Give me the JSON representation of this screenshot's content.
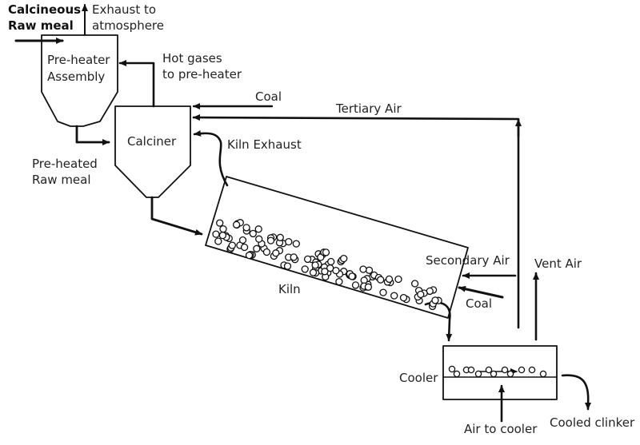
{
  "diagram": {
    "title": "Cement kiln process flow",
    "colors": {
      "line": "#111111",
      "text": "#222222",
      "background": "#ffffff"
    },
    "units": {
      "preheater": {
        "label_line1": "Pre-heater",
        "label_line2": "Assembly"
      },
      "calciner": {
        "label": "Calciner"
      },
      "kiln": {
        "label": "Kiln"
      },
      "cooler": {
        "label": "Cooler"
      }
    },
    "streams": {
      "raw_meal_in": {
        "line1": "Calcineous",
        "line2": "Raw meal"
      },
      "exhaust": {
        "line1": "Exhaust to",
        "line2": "atmosphere"
      },
      "hot_gases": {
        "line1": "Hot gases",
        "line2": "to pre-heater"
      },
      "preheated_meal": {
        "line1": "Pre-heated",
        "line2": "Raw meal"
      },
      "calciner_coal": {
        "label": "Coal"
      },
      "tertiary_air": {
        "label": "Tertiary Air"
      },
      "kiln_exhaust": {
        "label": "Kiln Exhaust"
      },
      "secondary_air": {
        "label": "Secondary Air"
      },
      "kiln_coal": {
        "label": "Coal"
      },
      "vent_air": {
        "label": "Vent Air"
      },
      "air_to_cooler": {
        "label": "Air to cooler"
      },
      "cooled_clinker": {
        "label": "Cooled clinker"
      }
    }
  }
}
